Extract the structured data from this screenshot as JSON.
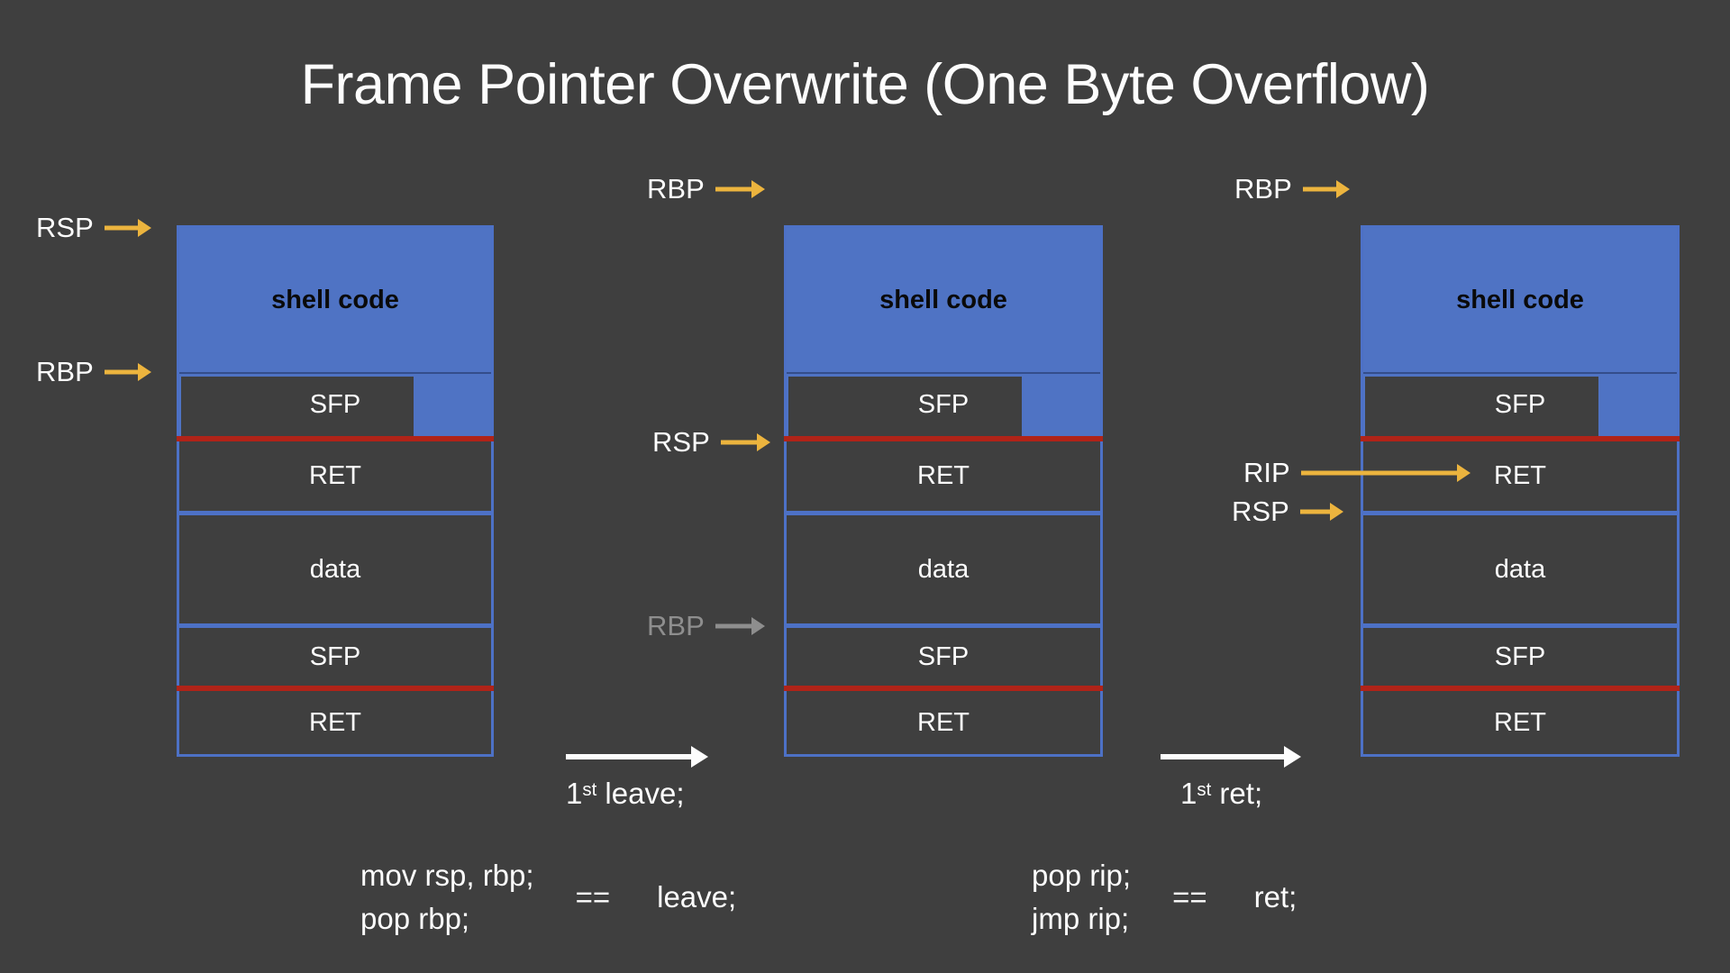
{
  "title": "Frame Pointer Overwrite (One Byte Overflow)",
  "colors": {
    "background": "#3f3f3f",
    "blue": "#4d71c6",
    "blue_fill": "#4f73c4",
    "red": "#b02318",
    "gold": "#ecb43e",
    "gray": "#8e8e8e",
    "white": "#fdfdfd",
    "black": "#0a0a0a"
  },
  "stacks": [
    {
      "name": "stage-1",
      "cells": [
        "shell code",
        "SFP",
        "RET",
        "data",
        "SFP",
        "RET"
      ]
    },
    {
      "name": "stage-2",
      "cells": [
        "shell code",
        "SFP",
        "RET",
        "data",
        "SFP",
        "RET"
      ]
    },
    {
      "name": "stage-3",
      "cells": [
        "shell code",
        "SFP",
        "RET",
        "data",
        "SFP",
        "RET"
      ]
    }
  ],
  "pointers": {
    "left_rsp": "RSP",
    "left_rbp": "RBP",
    "mid_rbp_top": "RBP",
    "mid_rsp": "RSP",
    "mid_rbp_old": "RBP",
    "right_rbp": "RBP",
    "right_rip": "RIP",
    "right_rsp": "RSP"
  },
  "transitions": [
    {
      "num": "1",
      "sup": "st",
      "text": " leave;"
    },
    {
      "num": "1",
      "sup": "st",
      "text": " ret;"
    }
  ],
  "equations": [
    {
      "line1": "mov rsp, rbp;",
      "line2": "pop rbp;",
      "eq": "==",
      "result": "leave;"
    },
    {
      "line1": "pop rip;",
      "line2": "jmp rip;",
      "eq": "==",
      "result": "ret;"
    }
  ]
}
